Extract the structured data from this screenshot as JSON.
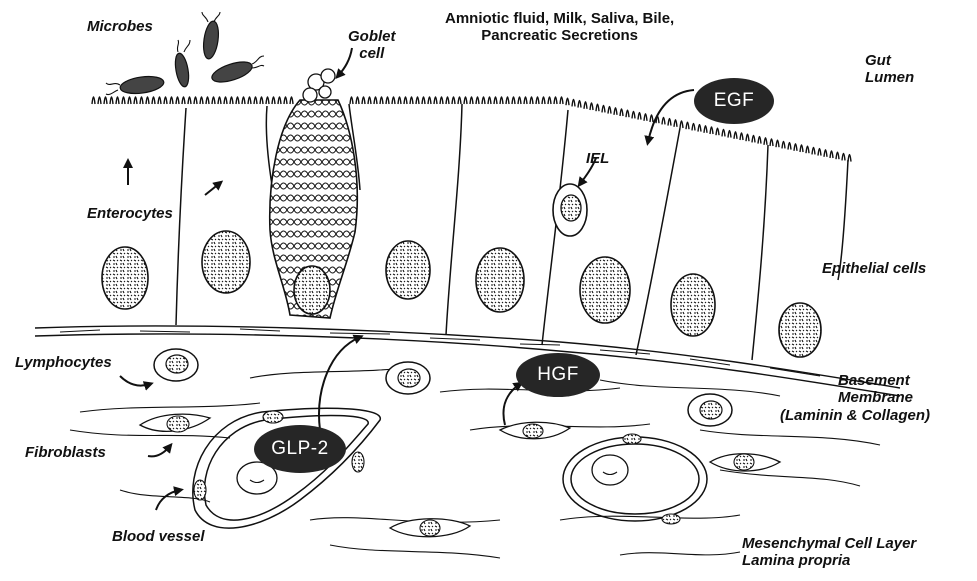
{
  "labels": {
    "microbes": "Microbes",
    "goblet_line1": "Goblet",
    "goblet_line2": "cell",
    "fluids_line1": "Amniotic fluid, Milk, Saliva, Bile,",
    "fluids_line2": "Pancreatic Secretions",
    "gut_line1": "Gut",
    "gut_line2": "Lumen",
    "enterocytes": "Enterocytes",
    "iel": "IEL",
    "epithelial": "Epithelial cells",
    "lymphocytes": "Lymphocytes",
    "basement_line1": "Basement",
    "basement_line2": "Membrane",
    "basement_line3": "(Laminin & Collagen)",
    "fibroblasts": "Fibroblasts",
    "blood_vessel": "Blood vessel",
    "mesenchymal_line1": "Mesenchymal Cell Layer",
    "mesenchymal_line2": "Lamina  propria"
  },
  "factors": {
    "egf": "EGF",
    "hgf": "HGF",
    "glp2": "GLP-2"
  }
}
